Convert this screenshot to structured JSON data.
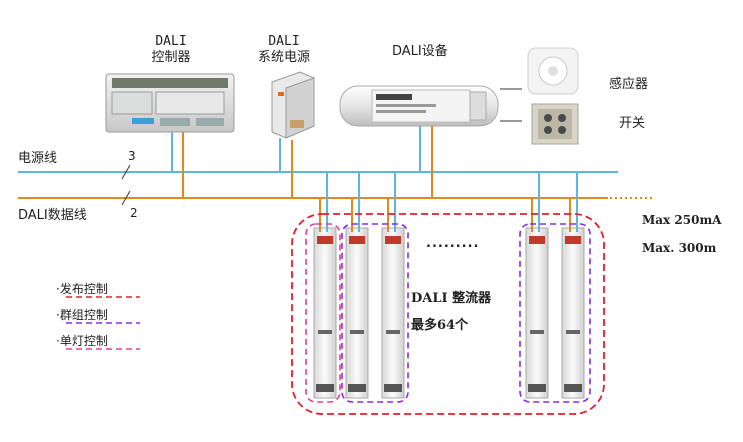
{
  "devices": {
    "controller": {
      "line1": "DALI",
      "line2": "控制器"
    },
    "power_supply": {
      "line1": "DALI",
      "line2": "系统电源"
    },
    "dali_device": "DALI设备",
    "sensor": "感应器",
    "switch": "开关"
  },
  "bus": {
    "power_line_label": "电源线",
    "power_line_count": "3",
    "data_line_label": "DALI数据线",
    "data_line_count": "2",
    "max_current": "Max 250mA",
    "max_length": "Max. 300m"
  },
  "drivers": {
    "title": "DALI 整流器",
    "max_count": "最多64个",
    "ellipsis": "........."
  },
  "legend": {
    "items": [
      {
        "label": "·发布控制",
        "color": "#e0202a"
      },
      {
        "label": "·群组控制",
        "color": "#8a2be2"
      },
      {
        "label": "·单灯控制",
        "color": "#e0409a"
      }
    ]
  },
  "colors": {
    "power_line": "#5bb7dc",
    "data_line": "#e08a1e"
  }
}
